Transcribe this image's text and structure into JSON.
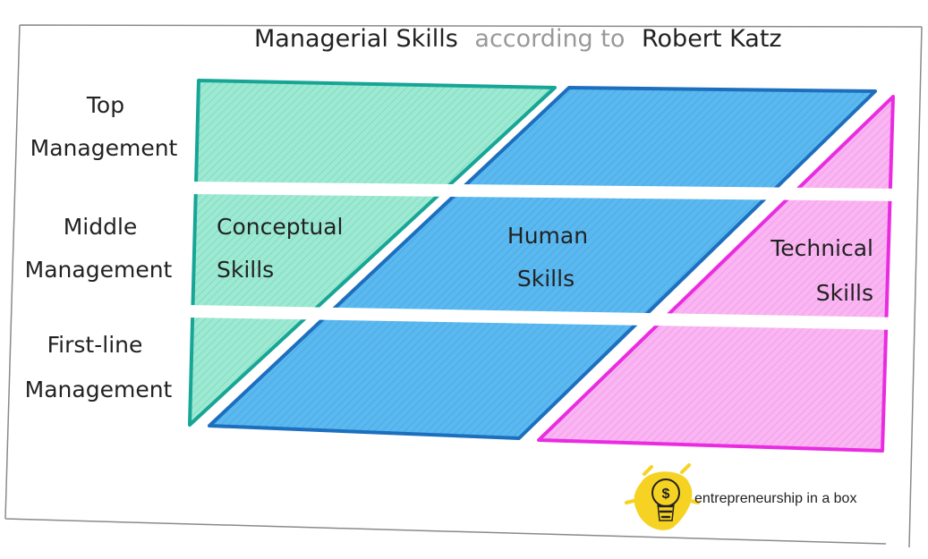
{
  "title": {
    "part1": "Managerial Skills",
    "part2": "according to",
    "part3": "Robert Katz"
  },
  "levels": {
    "top": [
      "Top",
      "Management"
    ],
    "middle": [
      "Middle",
      "Management"
    ],
    "first_line": [
      "First-line",
      "Management"
    ]
  },
  "skills": {
    "conceptual": [
      "Conceptual",
      "Skills"
    ],
    "human": [
      "Human",
      "Skills"
    ],
    "technical": [
      "Technical",
      "Skills"
    ]
  },
  "logo": {
    "text": "entrepreneurship in a box",
    "glyph": "$",
    "icon": "lightbulb-icon"
  },
  "colors": {
    "conceptual_fill": "#9ee9d2",
    "conceptual_stroke": "#17a596",
    "human_fill": "#5bb9f0",
    "human_stroke": "#1d6fbe",
    "technical_fill": "#f9aef0",
    "technical_stroke": "#ea2ce0",
    "logo_yellow": "#f6d323"
  }
}
